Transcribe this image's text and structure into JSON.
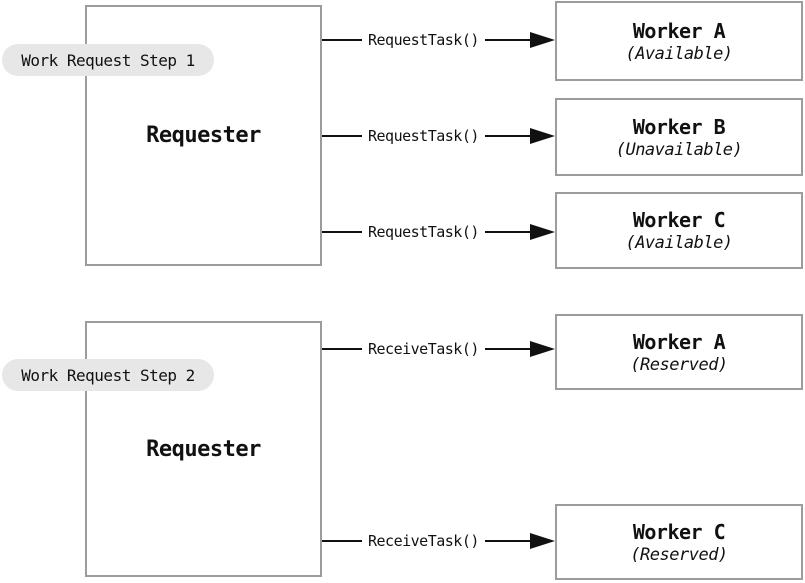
{
  "sections": [
    {
      "label": "Work Request Step 1",
      "requester_label": "Requester",
      "arrows": [
        {
          "label": "RequestTask()"
        },
        {
          "label": "RequestTask()"
        },
        {
          "label": "RequestTask()"
        }
      ],
      "workers": [
        {
          "name": "Worker A",
          "status": "(Available)"
        },
        {
          "name": "Worker B",
          "status": "(Unavailable)"
        },
        {
          "name": "Worker C",
          "status": "(Available)"
        }
      ]
    },
    {
      "label": "Work Request Step 2",
      "requester_label": "Requester",
      "arrows": [
        {
          "label": "ReceiveTask()"
        },
        {
          "label": "ReceiveTask()"
        }
      ],
      "workers": [
        {
          "name": "Worker A",
          "status": "(Reserved)"
        },
        {
          "name": "Worker C",
          "status": "(Reserved)"
        }
      ]
    }
  ],
  "colors": {
    "box_border": "#9c9c9c",
    "pill_background": "#e7e7e7",
    "line_and_text": "#111111"
  }
}
